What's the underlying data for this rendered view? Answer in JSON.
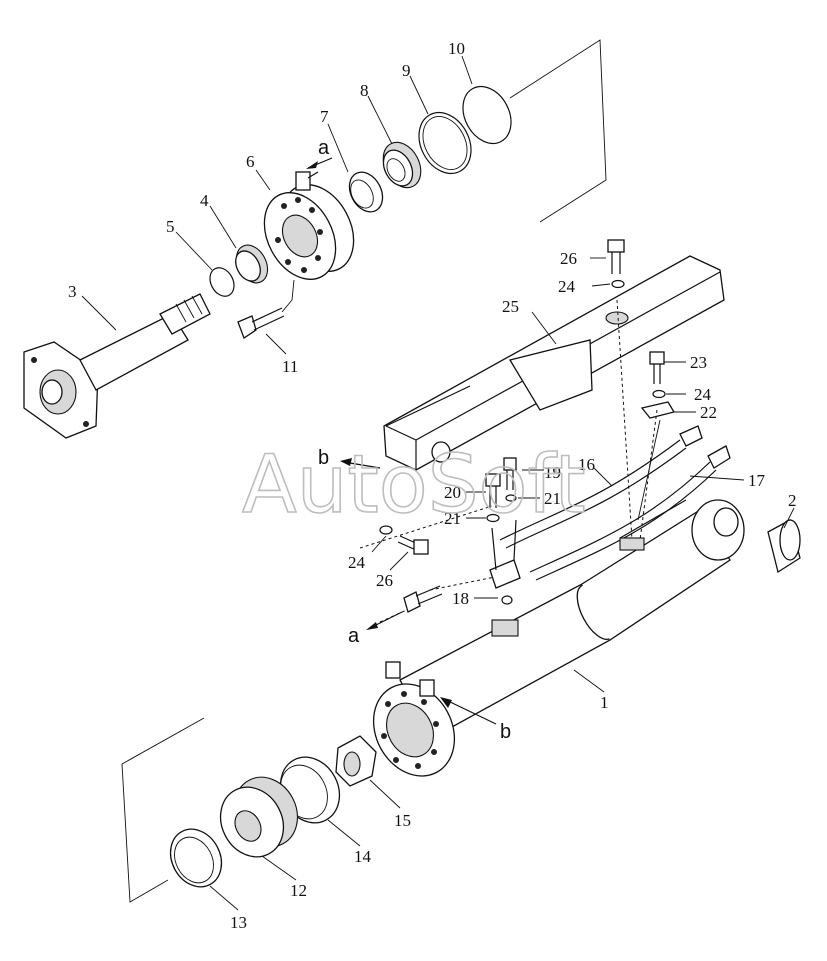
{
  "watermark": "AutoSoft",
  "part_numbers": [
    {
      "id": "p1",
      "text": "1"
    },
    {
      "id": "p2",
      "text": "2"
    },
    {
      "id": "p3",
      "text": "3"
    },
    {
      "id": "p4",
      "text": "4"
    },
    {
      "id": "p5",
      "text": "5"
    },
    {
      "id": "p6",
      "text": "6"
    },
    {
      "id": "p7",
      "text": "7"
    },
    {
      "id": "p8",
      "text": "8"
    },
    {
      "id": "p9",
      "text": "9"
    },
    {
      "id": "p10",
      "text": "10"
    },
    {
      "id": "p11",
      "text": "11"
    },
    {
      "id": "p12",
      "text": "12"
    },
    {
      "id": "p13",
      "text": "13"
    },
    {
      "id": "p14",
      "text": "14"
    },
    {
      "id": "p15",
      "text": "15"
    },
    {
      "id": "p16",
      "text": "16"
    },
    {
      "id": "p17",
      "text": "17"
    },
    {
      "id": "p18",
      "text": "18"
    },
    {
      "id": "p19",
      "text": "19"
    },
    {
      "id": "p20",
      "text": "20"
    },
    {
      "id": "p21a",
      "text": "21"
    },
    {
      "id": "p21b",
      "text": "21"
    },
    {
      "id": "p22",
      "text": "22"
    },
    {
      "id": "p23",
      "text": "23"
    },
    {
      "id": "p24a",
      "text": "24"
    },
    {
      "id": "p24b",
      "text": "24"
    },
    {
      "id": "p24c",
      "text": "24"
    },
    {
      "id": "p25",
      "text": "25"
    },
    {
      "id": "p26a",
      "text": "26"
    },
    {
      "id": "p26b",
      "text": "26"
    }
  ],
  "reference_letters": [
    {
      "id": "a1",
      "text": "a"
    },
    {
      "id": "a2",
      "text": "a"
    },
    {
      "id": "b1",
      "text": "b"
    },
    {
      "id": "b2",
      "text": "b"
    }
  ]
}
